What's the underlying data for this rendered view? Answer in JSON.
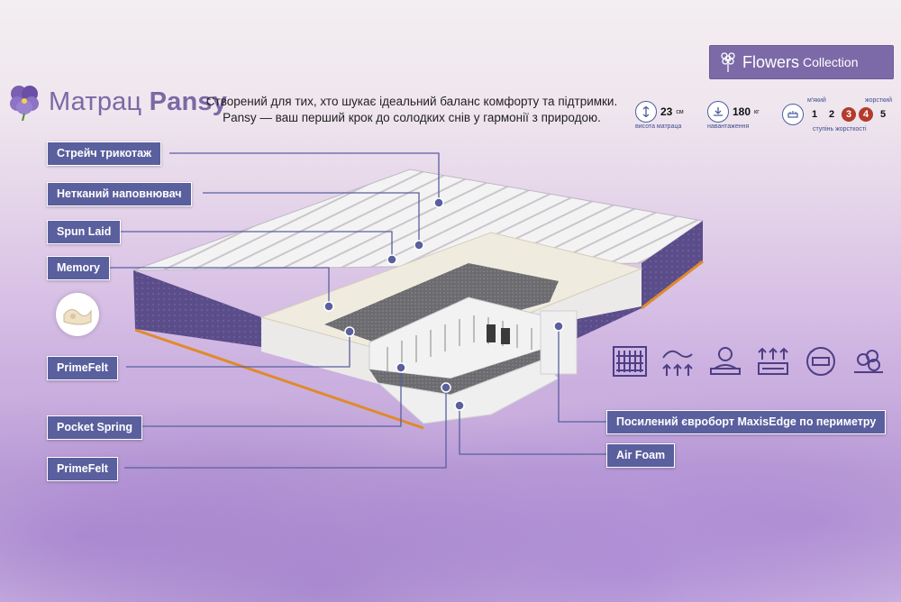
{
  "header": {
    "title_prefix": "Матрац",
    "title_name": "Pansy",
    "subtitle_line1": "Створений для тих, хто шукає ідеальний баланс комфорту та підтримки.",
    "subtitle_line2": "Pansy — ваш перший крок до солодких снів у гармонії з природою."
  },
  "collection": {
    "name": "Flowers",
    "suffix": "Collection"
  },
  "specs": {
    "height": {
      "value": "23",
      "unit": "см",
      "caption": "висота матраца"
    },
    "load": {
      "value": "180",
      "unit": "кг",
      "caption": "навантаження"
    },
    "hardness": {
      "soft_label": "м'який",
      "hard_label": "жорсткий",
      "caption": "ступінь жорсткості",
      "levels": [
        "1",
        "2",
        "3",
        "4",
        "5"
      ],
      "selected": [
        "3",
        "4"
      ],
      "selected_color": "#b33a2c"
    }
  },
  "layers": {
    "l1": "Стрейч трикотаж",
    "l2": "Нетканий наповнювач",
    "l3": "Spun Laid",
    "l4": "Memory",
    "l5": "PrimeFelt",
    "l6": "Pocket Spring",
    "l7": "PrimeFelt",
    "l8": "Посилений єврoборт MaxisEdge по периметру",
    "l9": "Air Foam"
  },
  "feature_icons": [
    "springs-icon",
    "orthopedic-icon",
    "memory-icon",
    "breathable-icon",
    "two-sided-icon",
    "cotton-icon",
    "anti-mite-icon"
  ],
  "colors": {
    "label_bg": "#5a5f9e",
    "accent": "#7c6aa8",
    "mattress_side": "#5b4d8a",
    "edge_trim": "#e08a2a"
  }
}
